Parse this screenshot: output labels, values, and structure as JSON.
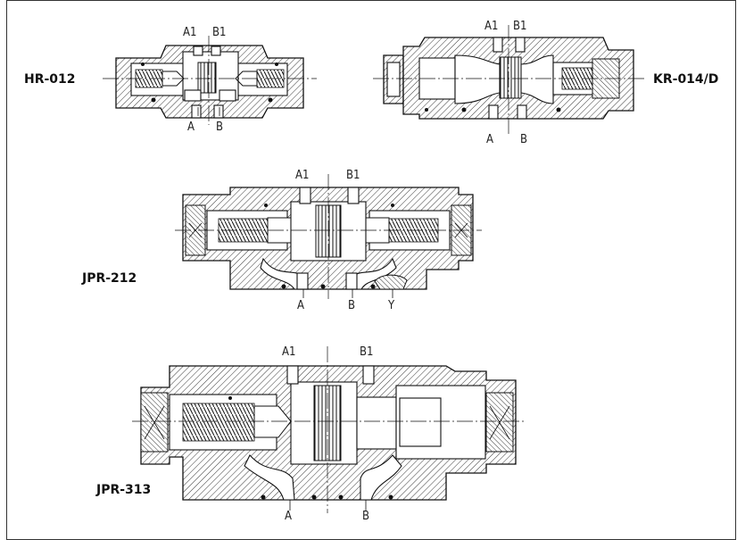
{
  "valves": {
    "hr": {
      "code": "HR-012",
      "ports": {
        "a1": "A1",
        "b1": "B1",
        "a": "A",
        "b": "B"
      }
    },
    "kr": {
      "code": "KR-014/D",
      "ports": {
        "a1": "A1",
        "b1": "B1",
        "a": "A",
        "b": "B"
      }
    },
    "jpr212": {
      "code": "JPR-212",
      "ports": {
        "a1": "A1",
        "b1": "B1",
        "a": "A",
        "b": "B",
        "y": "Y"
      }
    },
    "jpr313": {
      "code": "JPR-313",
      "ports": {
        "a1": "A1",
        "b1": "B1",
        "a": "A",
        "b": "B"
      }
    }
  }
}
